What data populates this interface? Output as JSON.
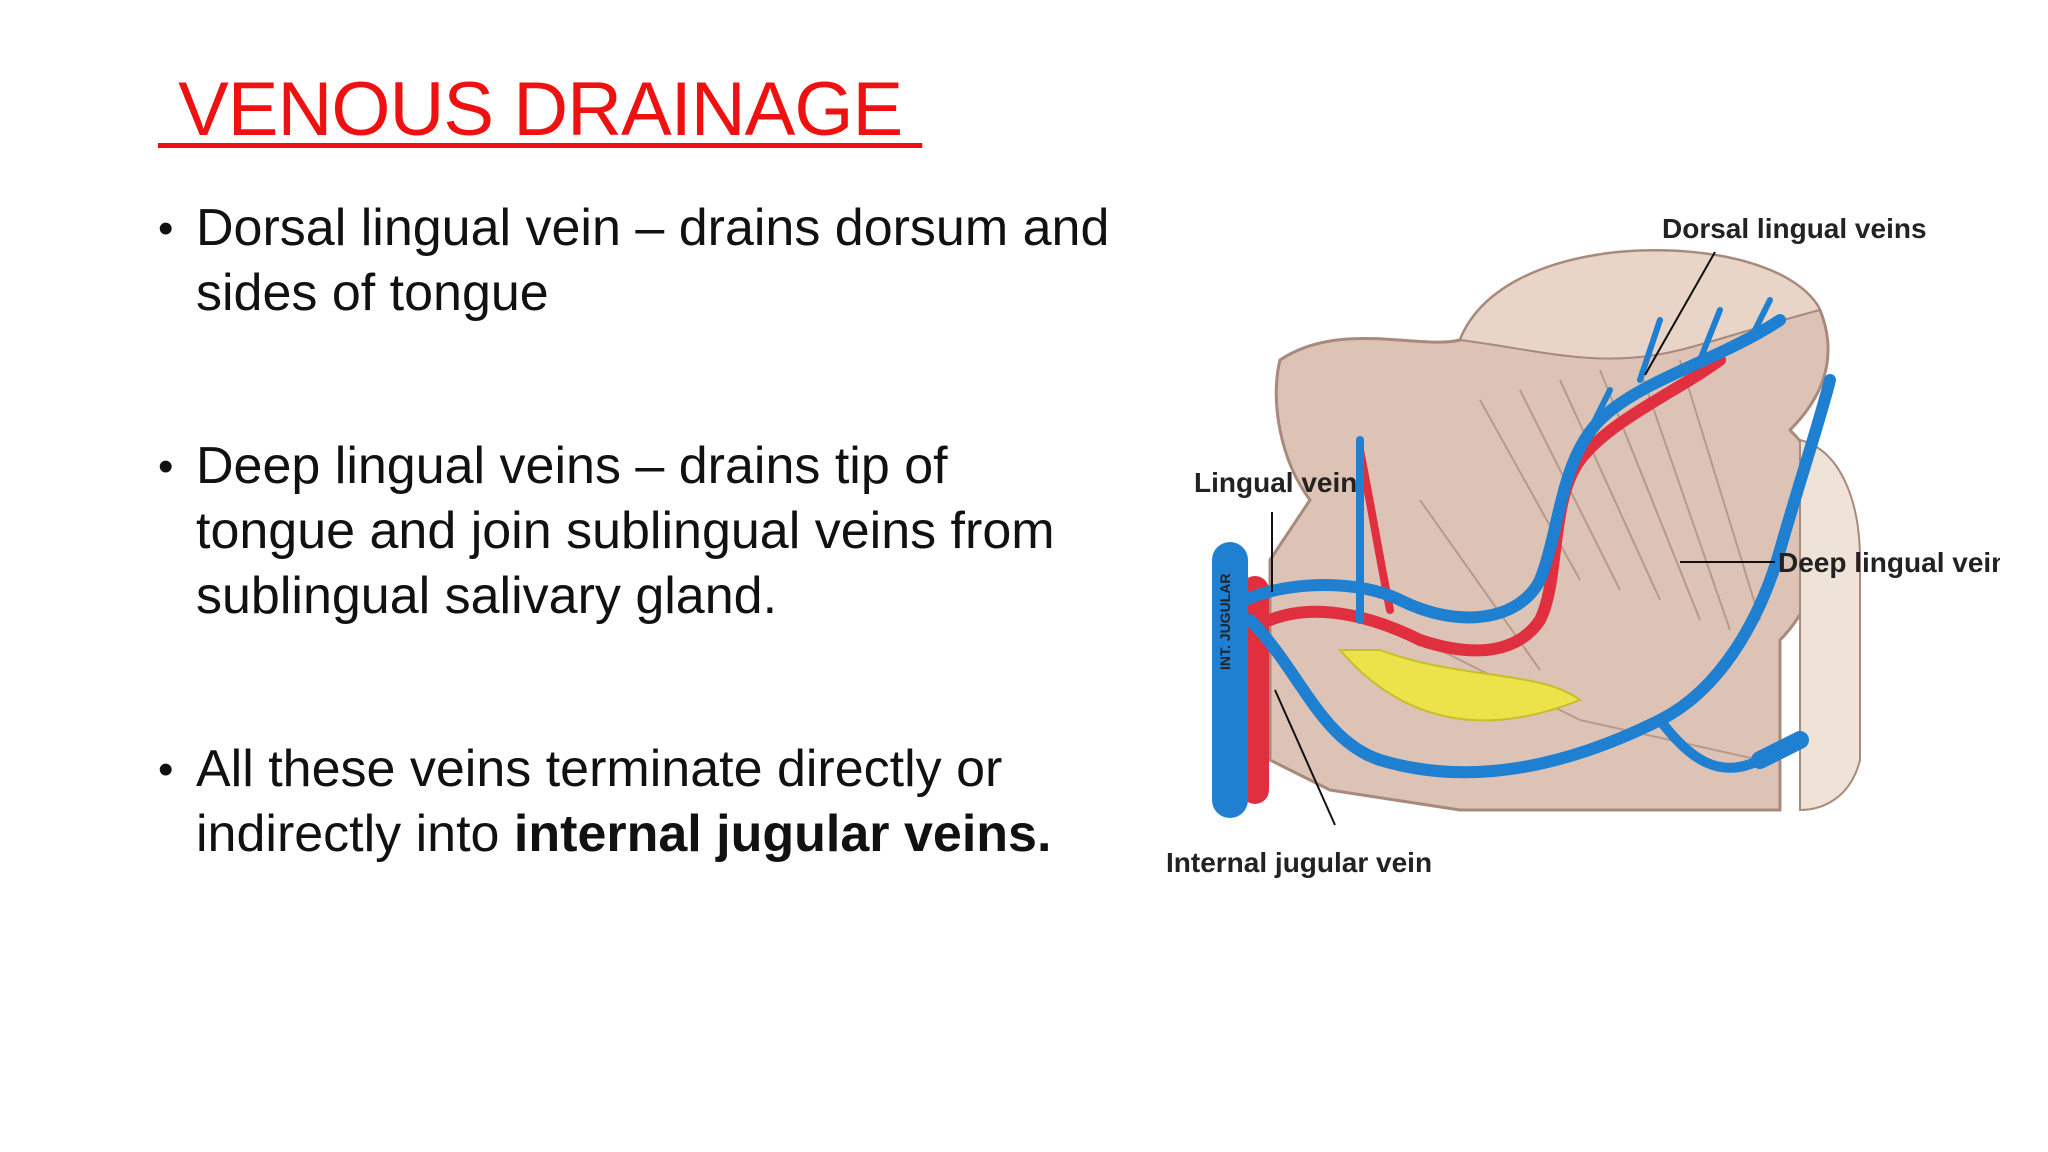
{
  "slide": {
    "title": " VENOUS DRAINAGE ",
    "bullets": [
      {
        "text": "Dorsal lingual vein – drains dorsum and sides of tongue",
        "bold": ""
      },
      {
        "text": "Deep lingual veins – drains tip of tongue and join sublingual veins from sublingual salivary gland.",
        "bold": ""
      },
      {
        "text": "All these veins terminate directly or indirectly into ",
        "bold": "internal jugular veins."
      }
    ]
  },
  "figure": {
    "labels": {
      "dorsal": "Dorsal lingual veins",
      "lingual": "Lingual vein",
      "deep": "Deep lingual vein",
      "jugular": "Internal jugular vein",
      "jugular_vessel": "INT. JUGULAR"
    },
    "colors": {
      "vein": "#1f7fd0",
      "artery": "#e03040",
      "nerve": "#e8e040",
      "muscle": "#d8bfb4",
      "title": "#ee1111"
    }
  }
}
